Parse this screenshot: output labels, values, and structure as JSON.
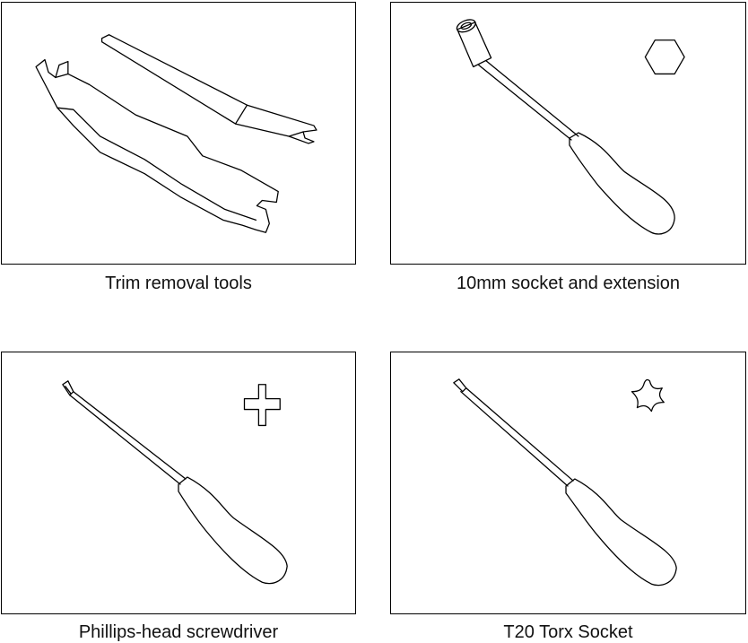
{
  "panels": [
    {
      "caption": "Trim removal tools",
      "icon": "trim-removal-tools-icon"
    },
    {
      "caption": "10mm socket and extension",
      "icon": "socket-extension-icon",
      "shape": "hexagon-icon"
    },
    {
      "caption": "Phillips-head screwdriver",
      "icon": "phillips-screwdriver-icon",
      "shape": "cross-icon"
    },
    {
      "caption": "T20 Torx Socket",
      "icon": "torx-screwdriver-icon",
      "shape": "torx-star-icon"
    }
  ],
  "colors": {
    "stroke": "#000000",
    "background": "#ffffff"
  }
}
